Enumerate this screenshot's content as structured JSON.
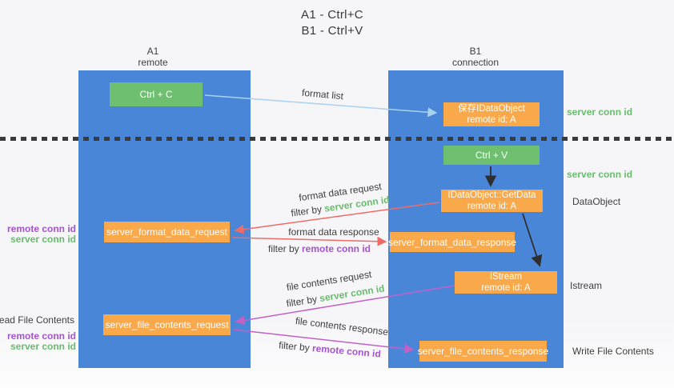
{
  "title": {
    "line1": "A1 - Ctrl+C",
    "line2": "B1 - Ctrl+V"
  },
  "lanes": {
    "a": {
      "id": "A1",
      "role": "remote"
    },
    "b": {
      "id": "B1",
      "role": "connection"
    }
  },
  "nodes": {
    "ctrl_c": "Ctrl + C",
    "save_dataobject": {
      "line1": "保存IDataObject",
      "line2": "remote id: A"
    },
    "ctrl_v": "Ctrl + V",
    "getdata": {
      "line1": "IDataObject::GetData",
      "line2": "remote id: A"
    },
    "format_request": "server_format_data_request",
    "format_response": "server_format_data_response",
    "istream": {
      "line1": "IStream",
      "line2": "remote id: A"
    },
    "file_request": "server_file_contents_request",
    "file_response": "server_file_contents_response"
  },
  "arrow_labels": {
    "format_list": "format list",
    "format_data_request": "format data request",
    "format_data_response": "format data response",
    "file_contents_request": "file contents request",
    "file_contents_response": "file contents response",
    "filter_by": "filter by "
  },
  "annotations": {
    "server_conn_id": "server conn id",
    "remote_conn_id": "remote conn id",
    "dataobject": "DataObject",
    "istream": "Istream",
    "read_file_contents": "Read File Contents",
    "write_file_contents": "Write File Contents"
  },
  "colors": {
    "lane_blue": "#4a86d8",
    "node_green": "#6ebf70",
    "node_orange": "#f9a84a",
    "arrow_blue": "#a9d2f1",
    "arrow_red": "#ee6c68",
    "arrow_magenta": "#c161c6",
    "arrow_black": "#2e2e2e",
    "label_green": "#68bd6c",
    "label_purple": "#a553ce",
    "text_dark": "#3e3e3e",
    "background": "#f7f7f9"
  }
}
